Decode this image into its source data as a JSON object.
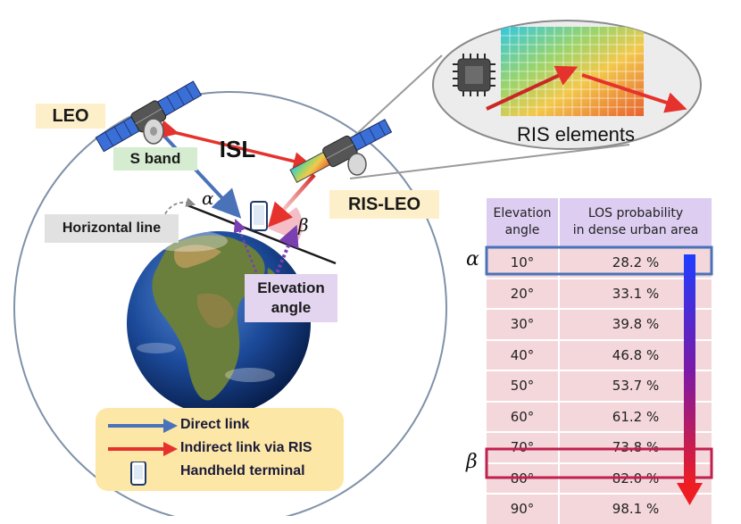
{
  "labels": {
    "leo": "LEO",
    "s_band": "S band",
    "isl": "ISL",
    "ris_leo": "RIS-LEO",
    "ris_elements": "RIS elements",
    "horizontal_line": "Horizontal line",
    "elevation_angle_line1": "Elevation",
    "elevation_angle_line2": "angle",
    "alpha": "α",
    "beta": "β"
  },
  "legend": {
    "items": [
      {
        "label": "Direct link",
        "icon": "blue-arrow-icon"
      },
      {
        "label": "Indirect link via RIS",
        "icon": "red-arrow-icon"
      },
      {
        "label": "Handheld terminal",
        "icon": "phone-icon"
      }
    ]
  },
  "table": {
    "header": {
      "col1_line1": "Elevation",
      "col1_line2": "angle",
      "col2_line1": "LOS probability",
      "col2_line2": "in dense urban area"
    },
    "rows": [
      {
        "angle": "10°",
        "prob": "28.2 %"
      },
      {
        "angle": "20°",
        "prob": "33.1 %"
      },
      {
        "angle": "30°",
        "prob": "39.8 %"
      },
      {
        "angle": "40°",
        "prob": "46.8 %"
      },
      {
        "angle": "50°",
        "prob": "53.7 %"
      },
      {
        "angle": "60°",
        "prob": "61.2 %"
      },
      {
        "angle": "70°",
        "prob": "73.8 %"
      },
      {
        "angle": "80°",
        "prob": "82.0 %"
      },
      {
        "angle": "90°",
        "prob": "98.1 %"
      }
    ],
    "alpha_row_marker": "α",
    "beta_row_marker": "β"
  },
  "colors": {
    "direct_link": "#4a72b8",
    "indirect_link": "#e5322d",
    "alpha_highlight": "#4a72b8",
    "beta_highlight": "#c0204f",
    "ocean": "#1f4fa0",
    "land": "#5e7a3a"
  }
}
